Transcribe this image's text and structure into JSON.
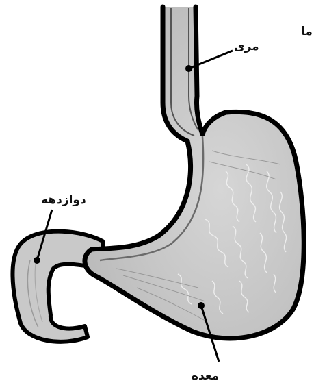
{
  "labels": {
    "esophagus": "مری",
    "duodenum": "دوازدهه",
    "stomach": "معده",
    "partial": "ما"
  }
}
